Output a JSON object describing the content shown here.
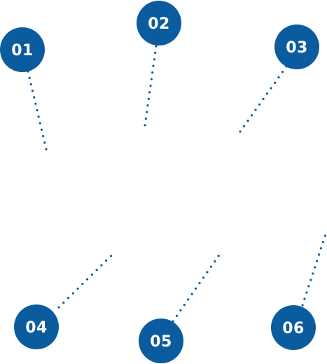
{
  "colors": {
    "badge_fill": "#0b5c9e",
    "dot_color": "#0b5c9e",
    "badge_text": "#ffffff",
    "background": "#ffffff"
  },
  "callouts": [
    {
      "id": "callout-01",
      "label": "01"
    },
    {
      "id": "callout-02",
      "label": "02"
    },
    {
      "id": "callout-03",
      "label": "03"
    },
    {
      "id": "callout-04",
      "label": "04"
    },
    {
      "id": "callout-05",
      "label": "05"
    },
    {
      "id": "callout-06",
      "label": "06"
    }
  ]
}
